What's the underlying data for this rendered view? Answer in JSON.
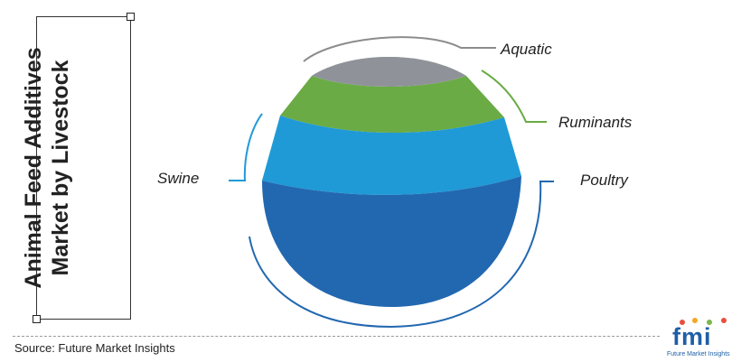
{
  "title": {
    "line1": "Animal Feed Additives",
    "line2": "Market by Livestock"
  },
  "source": "Source: Future Market Insights",
  "logo": {
    "word": "fmi",
    "tagline": "Future Market Insights",
    "dot_colors": [
      "#e94e3d",
      "#f5a623",
      "#7ab648",
      "#e94e3d"
    ]
  },
  "chart_data": {
    "type": "stacked-circle",
    "segments": [
      {
        "name": "Aquatic",
        "color": "#8f9399",
        "leader_color": "#8c8c8c"
      },
      {
        "name": "Ruminants",
        "color": "#6aab45",
        "leader_color": "#6aab45"
      },
      {
        "name": "Swine",
        "color": "#1f9ad6",
        "leader_color": "#1f9ad6"
      },
      {
        "name": "Poultry",
        "color": "#2268b0",
        "leader_color": "#2268b0"
      }
    ]
  }
}
